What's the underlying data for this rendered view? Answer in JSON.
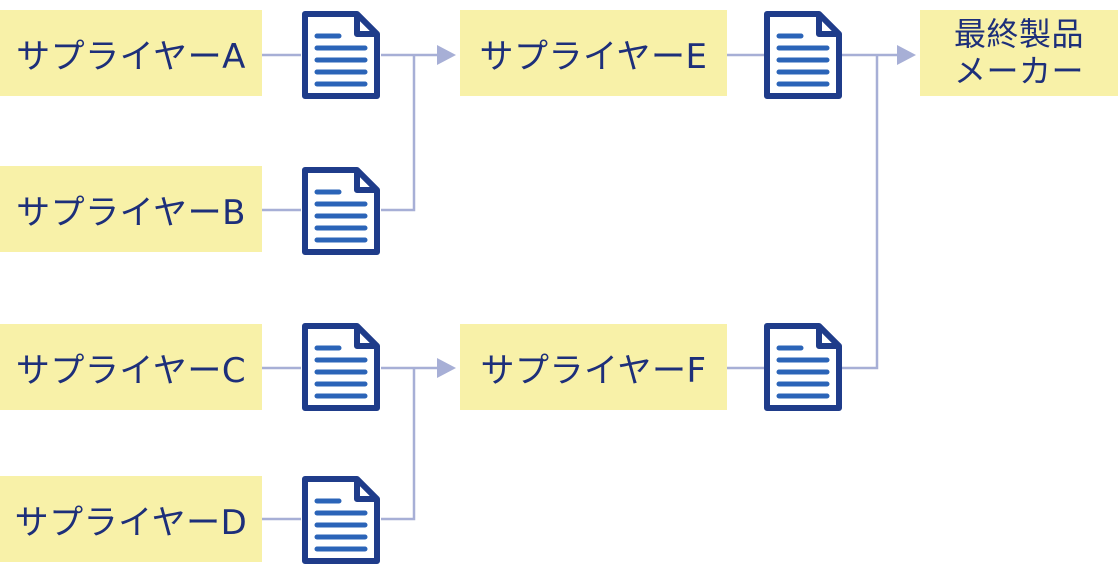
{
  "suppliers": {
    "a": "サプライヤーA",
    "b": "サプライヤーB",
    "c": "サプライヤーC",
    "d": "サプライヤーD",
    "e": "サプライヤーE",
    "f": "サプライヤーF"
  },
  "maker": {
    "line1": "最終製品",
    "line2": "メーカー"
  },
  "icons": {
    "document": "document-icon",
    "arrow": "arrow-right-icon"
  },
  "colors": {
    "box_fill": "#f8f1a8",
    "text": "#1d2f7a",
    "connector": "#a7afd6",
    "icon_stroke": "#1f3c8a"
  }
}
